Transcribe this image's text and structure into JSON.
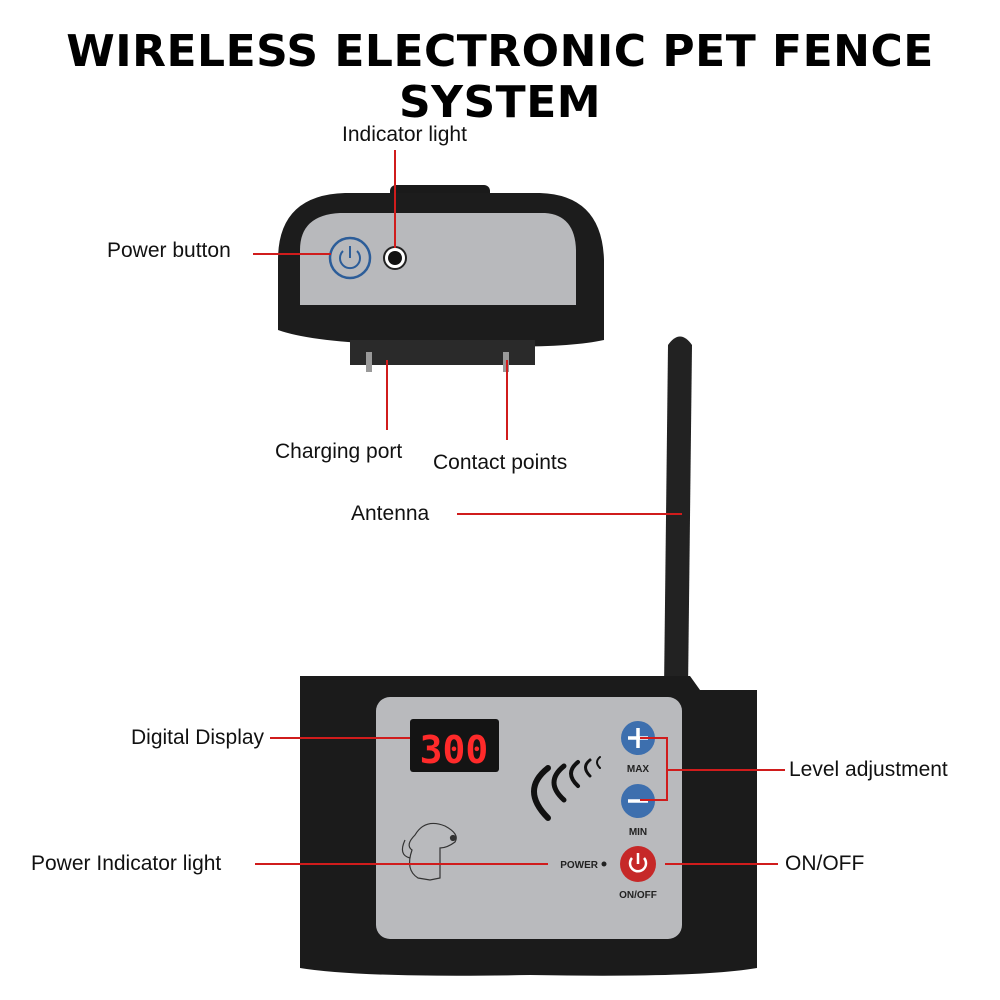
{
  "title": "WIRELESS ELECTRONIC PET FENCE SYSTEM",
  "labels": {
    "indicator_light": "Indicator light",
    "power_button": "Power button",
    "charging_port": "Charging port",
    "contact_points": "Contact points",
    "antenna": "Antenna",
    "digital_display": "Digital Display",
    "level_adjustment": "Level adjustment",
    "power_indicator_light": "Power Indicator light",
    "on_off": "ON/OFF"
  },
  "device": {
    "display_value": "300",
    "max_label": "MAX",
    "min_label": "MIN",
    "power_label": "POWER",
    "onoff_label": "ON/OFF"
  },
  "colors": {
    "leader_line": "#d01c1c",
    "display_digits": "#ff2a2a",
    "adjust_buttons": "#3d6fae",
    "power_button": "#c62828"
  }
}
